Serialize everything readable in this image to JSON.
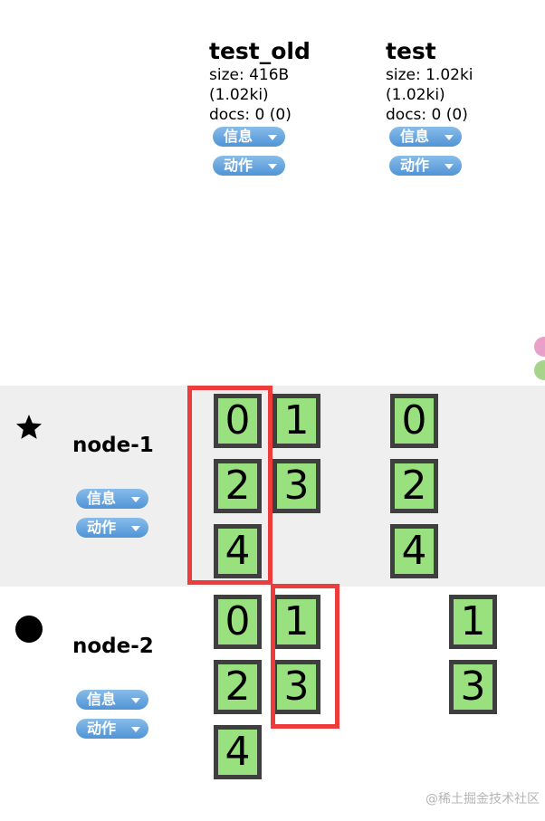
{
  "indices": [
    {
      "name": "test_old",
      "size_line": "size: 416B",
      "size_total": "(1.02ki)",
      "docs_line": "docs: 0 (0)",
      "info_label": "信息",
      "action_label": "动作"
    },
    {
      "name": "test",
      "size_line": "size: 1.02ki",
      "size_total": "(1.02ki)",
      "docs_line": "docs: 0 (0)",
      "info_label": "信息",
      "action_label": "动作"
    }
  ],
  "nodes": [
    {
      "name": "node-1",
      "marker": "star-icon",
      "info_label": "信息",
      "action_label": "动作",
      "shards": {
        "test_old_primary": [
          "0",
          "2",
          "4"
        ],
        "test_old_replica": [
          "1",
          "3"
        ],
        "test": [
          "0",
          "2",
          "4"
        ]
      }
    },
    {
      "name": "node-2",
      "marker": "circle-icon",
      "info_label": "信息",
      "action_label": "动作",
      "shards": {
        "test_old_primary": [
          "0",
          "2",
          "4"
        ],
        "test_old_replica": [
          "1",
          "3"
        ],
        "test": [
          "1",
          "3"
        ]
      }
    }
  ],
  "colors": {
    "shard_fill": "#99e07f",
    "shard_border": "#3f3f3f",
    "highlight": "#ee3b3b",
    "row_alt": "#efefef",
    "pill": "#4f94d6"
  },
  "watermark": "@稀土掘金技术社区"
}
